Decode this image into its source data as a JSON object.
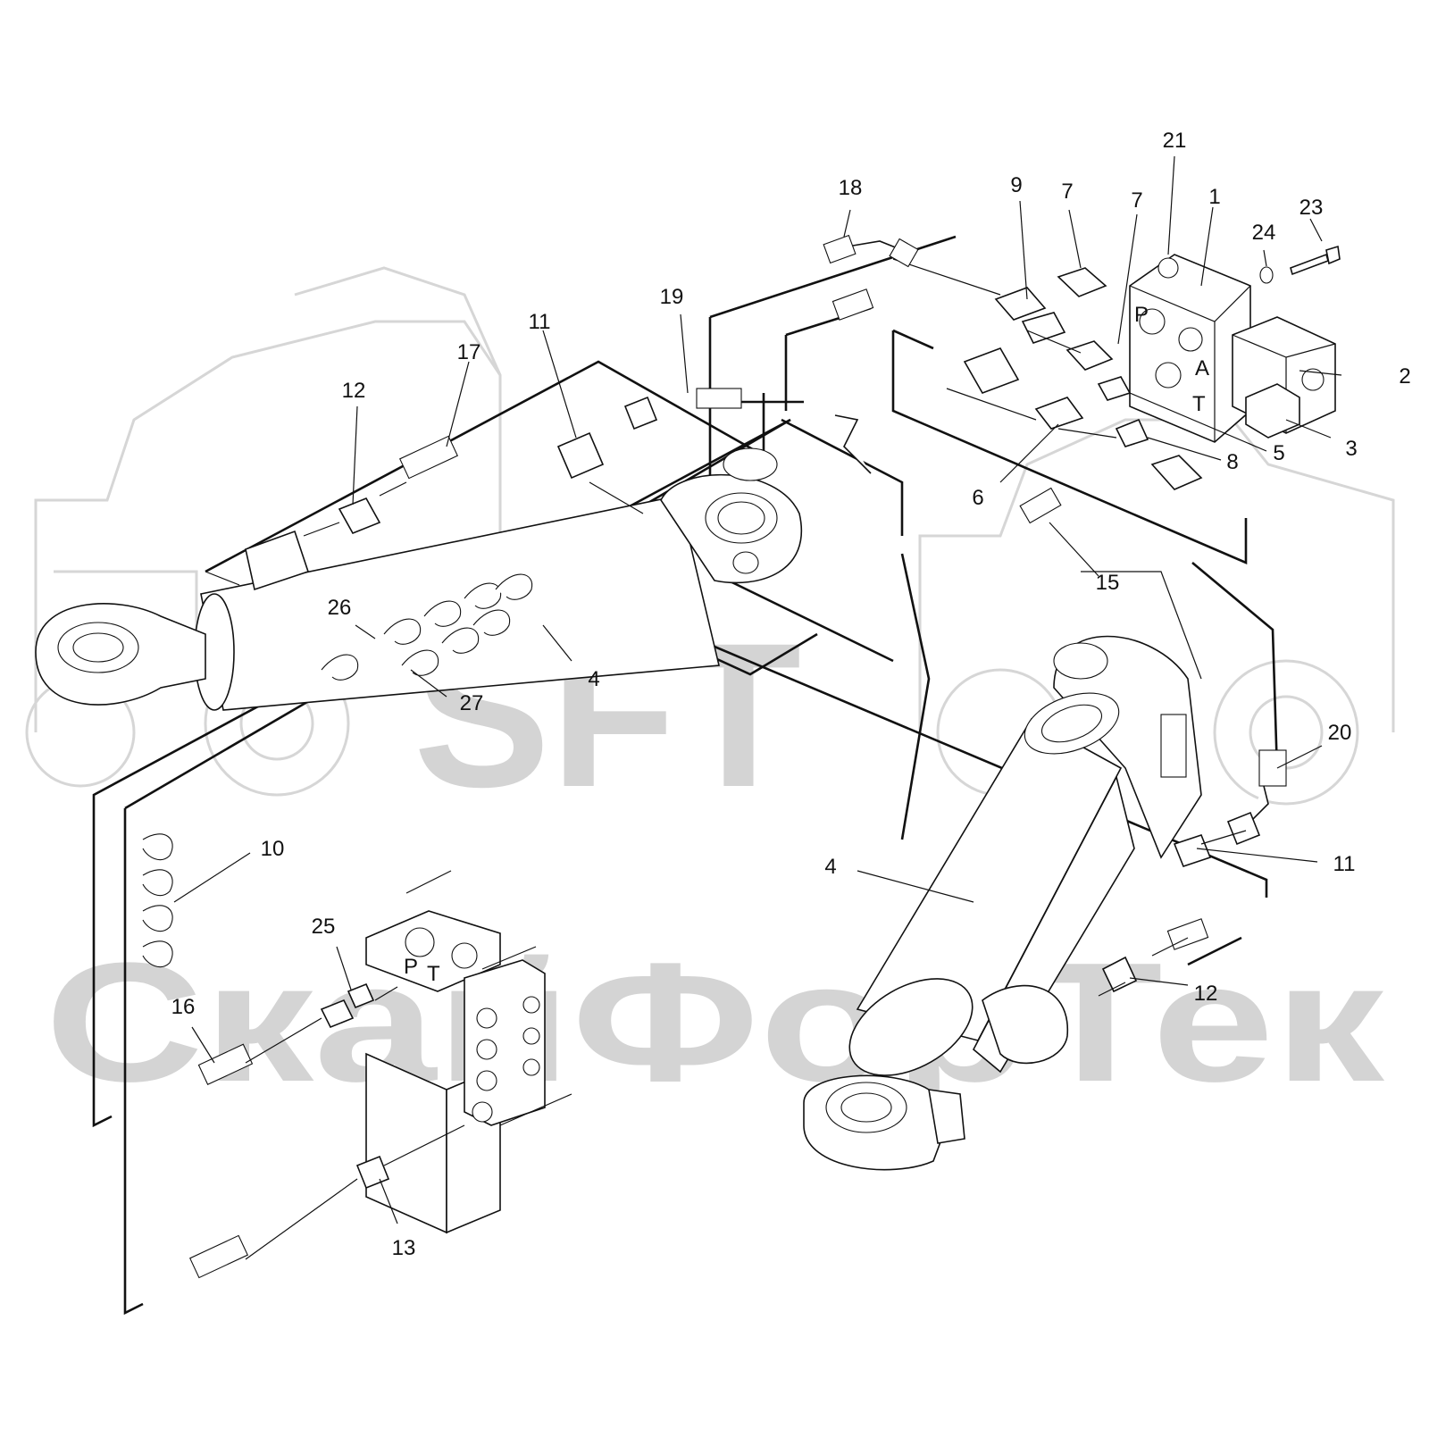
{
  "watermark": {
    "logo_text": "SFT",
    "brand_text": "СкайФорТек"
  },
  "callouts": [
    {
      "id": "c21",
      "text": "21"
    },
    {
      "id": "c1",
      "text": "1"
    },
    {
      "id": "c23",
      "text": "23"
    },
    {
      "id": "c24",
      "text": "24"
    },
    {
      "id": "c18",
      "text": "18"
    },
    {
      "id": "c9",
      "text": "9"
    },
    {
      "id": "c7a",
      "text": "7"
    },
    {
      "id": "c7b",
      "text": "7"
    },
    {
      "id": "c19",
      "text": "19"
    },
    {
      "id": "c11a",
      "text": "11"
    },
    {
      "id": "c17",
      "text": "17"
    },
    {
      "id": "c12a",
      "text": "12"
    },
    {
      "id": "c2",
      "text": "2"
    },
    {
      "id": "c3",
      "text": "3"
    },
    {
      "id": "c5",
      "text": "5"
    },
    {
      "id": "c8",
      "text": "8"
    },
    {
      "id": "c6",
      "text": "6"
    },
    {
      "id": "c15",
      "text": "15"
    },
    {
      "id": "c26",
      "text": "26"
    },
    {
      "id": "c4a",
      "text": "4"
    },
    {
      "id": "c27",
      "text": "27"
    },
    {
      "id": "c20",
      "text": "20"
    },
    {
      "id": "c10",
      "text": "10"
    },
    {
      "id": "c11b",
      "text": "11"
    },
    {
      "id": "c4b",
      "text": "4"
    },
    {
      "id": "c25",
      "text": "25"
    },
    {
      "id": "c16",
      "text": "16"
    },
    {
      "id": "c12b",
      "text": "12"
    },
    {
      "id": "c13",
      "text": "13"
    }
  ],
  "valve_port_labels": {
    "p": "P",
    "a": "A",
    "t": "T",
    "dist_p": "P",
    "dist_t": "T"
  }
}
